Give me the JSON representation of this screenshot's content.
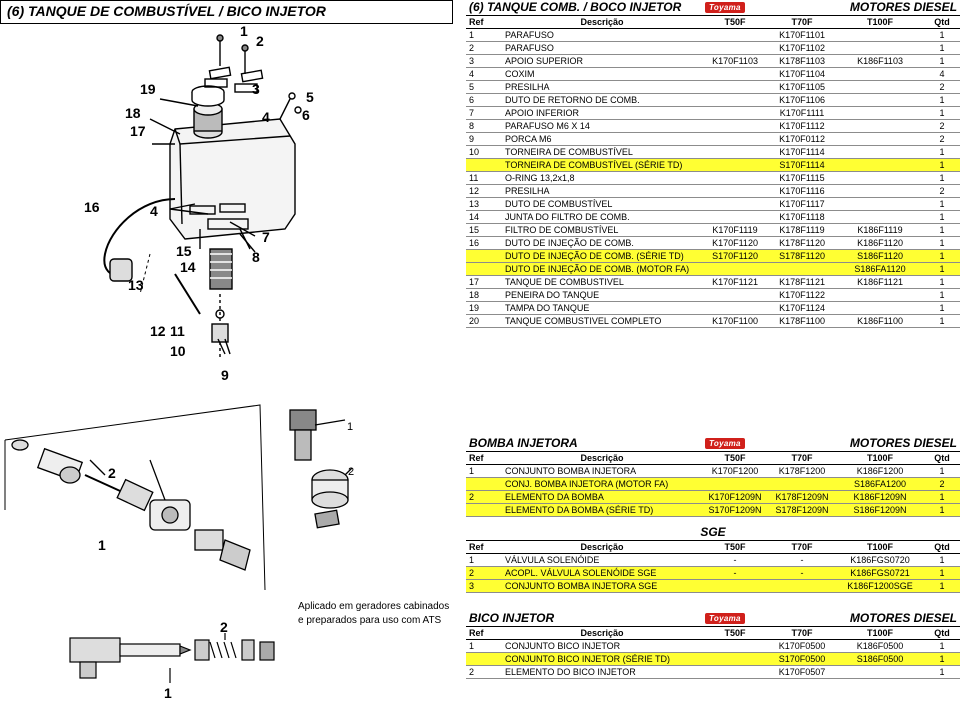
{
  "left_title": "(6) TANQUE DE COMBUSTÍVEL / BICO INJETOR",
  "note": [
    "Aplicado em geradores cabinados",
    "e preparados para uso com ATS"
  ],
  "brand_logo": "Toyama",
  "brand_color": "#d0201b",
  "highlight_color": "#ffff33",
  "headers": {
    "ref": "Ref",
    "desc": "Descrição",
    "t50": "T50F",
    "t70": "T70F",
    "t100": "T100F",
    "qtd": "Qtd"
  },
  "diagram_top_labels": [
    "1",
    "2",
    "3",
    "5",
    "19",
    "18",
    "17",
    "4",
    "6",
    "16",
    "4",
    "7",
    "15",
    "14",
    "8",
    "13",
    "12",
    "11",
    "10",
    "9"
  ],
  "diagram_pump_labels": [
    "2",
    "1"
  ],
  "diagram_injector_labels": [
    "2",
    "1"
  ],
  "tanque": {
    "title": "(6) TANQUE COMB. / BOCO INJETOR",
    "right": "MOTORES DIESEL",
    "rows": [
      {
        "ref": "1",
        "desc": "PARAFUSO",
        "t50": "",
        "t70": "K170F1101",
        "t100": "",
        "qtd": "1",
        "hl": false
      },
      {
        "ref": "2",
        "desc": "PARAFUSO",
        "t50": "",
        "t70": "K170F1102",
        "t100": "",
        "qtd": "1",
        "hl": false
      },
      {
        "ref": "3",
        "desc": "APOIO SUPERIOR",
        "t50": "K170F1103",
        "t70": "K178F1103",
        "t100": "K186F1103",
        "qtd": "1",
        "hl": false
      },
      {
        "ref": "4",
        "desc": "COXIM",
        "t50": "",
        "t70": "K170F1104",
        "t100": "",
        "qtd": "4",
        "hl": false
      },
      {
        "ref": "5",
        "desc": "PRESILHA",
        "t50": "",
        "t70": "K170F1105",
        "t100": "",
        "qtd": "2",
        "hl": false
      },
      {
        "ref": "6",
        "desc": "DUTO DE RETORNO DE COMB.",
        "t50": "",
        "t70": "K170F1106",
        "t100": "",
        "qtd": "1",
        "hl": false
      },
      {
        "ref": "7",
        "desc": "APOIO INFERIOR",
        "t50": "",
        "t70": "K170F1111",
        "t100": "",
        "qtd": "1",
        "hl": false
      },
      {
        "ref": "8",
        "desc": "PARAFUSO M6 X 14",
        "t50": "",
        "t70": "K170F1112",
        "t100": "",
        "qtd": "2",
        "hl": false
      },
      {
        "ref": "9",
        "desc": "PORCA M6",
        "t50": "",
        "t70": "K170F0112",
        "t100": "",
        "qtd": "2",
        "hl": false
      },
      {
        "ref": "10",
        "desc": "TORNEIRA DE COMBUSTÍVEL",
        "t50": "",
        "t70": "K170F1114",
        "t100": "",
        "qtd": "1",
        "hl": false
      },
      {
        "ref": "",
        "desc": "TORNEIRA DE COMBUSTÍVEL (SÉRIE TD)",
        "t50": "",
        "t70": "S170F1114",
        "t100": "",
        "qtd": "1",
        "hl": true
      },
      {
        "ref": "11",
        "desc": "O-RING 13,2x1,8",
        "t50": "",
        "t70": "K170F1115",
        "t100": "",
        "qtd": "1",
        "hl": false
      },
      {
        "ref": "12",
        "desc": "PRESILHA",
        "t50": "",
        "t70": "K170F1116",
        "t100": "",
        "qtd": "2",
        "hl": false
      },
      {
        "ref": "13",
        "desc": "DUTO DE COMBUSTÍVEL",
        "t50": "",
        "t70": "K170F1117",
        "t100": "",
        "qtd": "1",
        "hl": false
      },
      {
        "ref": "14",
        "desc": "JUNTA DO FILTRO DE COMB.",
        "t50": "",
        "t70": "K170F1118",
        "t100": "",
        "qtd": "1",
        "hl": false
      },
      {
        "ref": "15",
        "desc": "FILTRO DE COMBUSTÍVEL",
        "t50": "K170F1119",
        "t70": "K178F1119",
        "t100": "K186F1119",
        "qtd": "1",
        "hl": false
      },
      {
        "ref": "16",
        "desc": "DUTO DE INJEÇÃO DE COMB.",
        "t50": "K170F1120",
        "t70": "K178F1120",
        "t100": "K186F1120",
        "qtd": "1",
        "hl": false
      },
      {
        "ref": "",
        "desc": "DUTO DE INJEÇÃO DE COMB. (SÉRIE TD)",
        "t50": "S170F1120",
        "t70": "S178F1120",
        "t100": "S186F1120",
        "qtd": "1",
        "hl": true
      },
      {
        "ref": "",
        "desc": "DUTO DE INJEÇÃO DE COMB. (MOTOR FA)",
        "t50": "",
        "t70": "",
        "t100": "S186FA1120",
        "qtd": "1",
        "hl": true
      },
      {
        "ref": "17",
        "desc": "TANQUE DE COMBUSTIVEL",
        "t50": "K170F1121",
        "t70": "K178F1121",
        "t100": "K186F1121",
        "qtd": "1",
        "hl": false
      },
      {
        "ref": "18",
        "desc": "PENEIRA DO TANQUE",
        "t50": "",
        "t70": "K170F1122",
        "t100": "",
        "qtd": "1",
        "hl": false
      },
      {
        "ref": "19",
        "desc": "TAMPA DO TANQUE",
        "t50": "",
        "t70": "K170F1124",
        "t100": "",
        "qtd": "1",
        "hl": false
      },
      {
        "ref": "20",
        "desc": "TANQUE COMBUSTIVEL COMPLETO",
        "t50": "K170F1100",
        "t70": "K178F1100",
        "t100": "K186F1100",
        "qtd": "1",
        "hl": false
      }
    ]
  },
  "bomba": {
    "title": "BOMBA INJETORA",
    "right": "MOTORES DIESEL",
    "rows": [
      {
        "ref": "1",
        "desc": "CONJUNTO BOMBA INJETORA",
        "t50": "K170F1200",
        "t70": "K178F1200",
        "t100": "K186F1200",
        "qtd": "1",
        "hl": false
      },
      {
        "ref": "",
        "desc": "CONJ. BOMBA INJETORA (MOTOR FA)",
        "t50": "",
        "t70": "",
        "t100": "S186FA1200",
        "qtd": "2",
        "hl": true
      },
      {
        "ref": "2",
        "desc": "ELEMENTO DA BOMBA",
        "t50": "K170F1209N",
        "t70": "K178F1209N",
        "t100": "K186F1209N",
        "qtd": "1",
        "hl": true
      },
      {
        "ref": "",
        "desc": "ELEMENTO DA BOMBA (SÉRIE TD)",
        "t50": "S170F1209N",
        "t70": "S178F1209N",
        "t100": "S186F1209N",
        "qtd": "1",
        "hl": true
      }
    ]
  },
  "sge": {
    "title": "SGE",
    "rows": [
      {
        "ref": "1",
        "desc": "VÁLVULA SOLENÓIDE",
        "t50": "-",
        "t70": "-",
        "t100": "K186FGS0720",
        "qtd": "1",
        "hl": false
      },
      {
        "ref": "2",
        "desc": "ACOPL. VÁLVULA SOLENÓIDE SGE",
        "t50": "-",
        "t70": "-",
        "t100": "K186FGS0721",
        "qtd": "1",
        "hl": true
      },
      {
        "ref": "3",
        "desc": "CONJUNTO BOMBA INJETORA SGE",
        "t50": "",
        "t70": "",
        "t100": "K186F1200SGE",
        "qtd": "1",
        "hl": true
      }
    ]
  },
  "bico": {
    "title": "BICO INJETOR",
    "right": "MOTORES DIESEL",
    "rows": [
      {
        "ref": "1",
        "desc": "CONJUNTO BICO INJETOR",
        "t50": "",
        "t70": "K170F0500",
        "t100": "K186F0500",
        "qtd": "1",
        "hl": false
      },
      {
        "ref": "",
        "desc": "CONJUNTO BICO INJETOR (SÉRIE TD)",
        "t50": "",
        "t70": "S170F0500",
        "t100": "S186F0500",
        "qtd": "1",
        "hl": true
      },
      {
        "ref": "2",
        "desc": "ELEMENTO DO BICO INJETOR",
        "t50": "",
        "t70": "K170F0507",
        "t100": "",
        "qtd": "1",
        "hl": false
      }
    ]
  }
}
